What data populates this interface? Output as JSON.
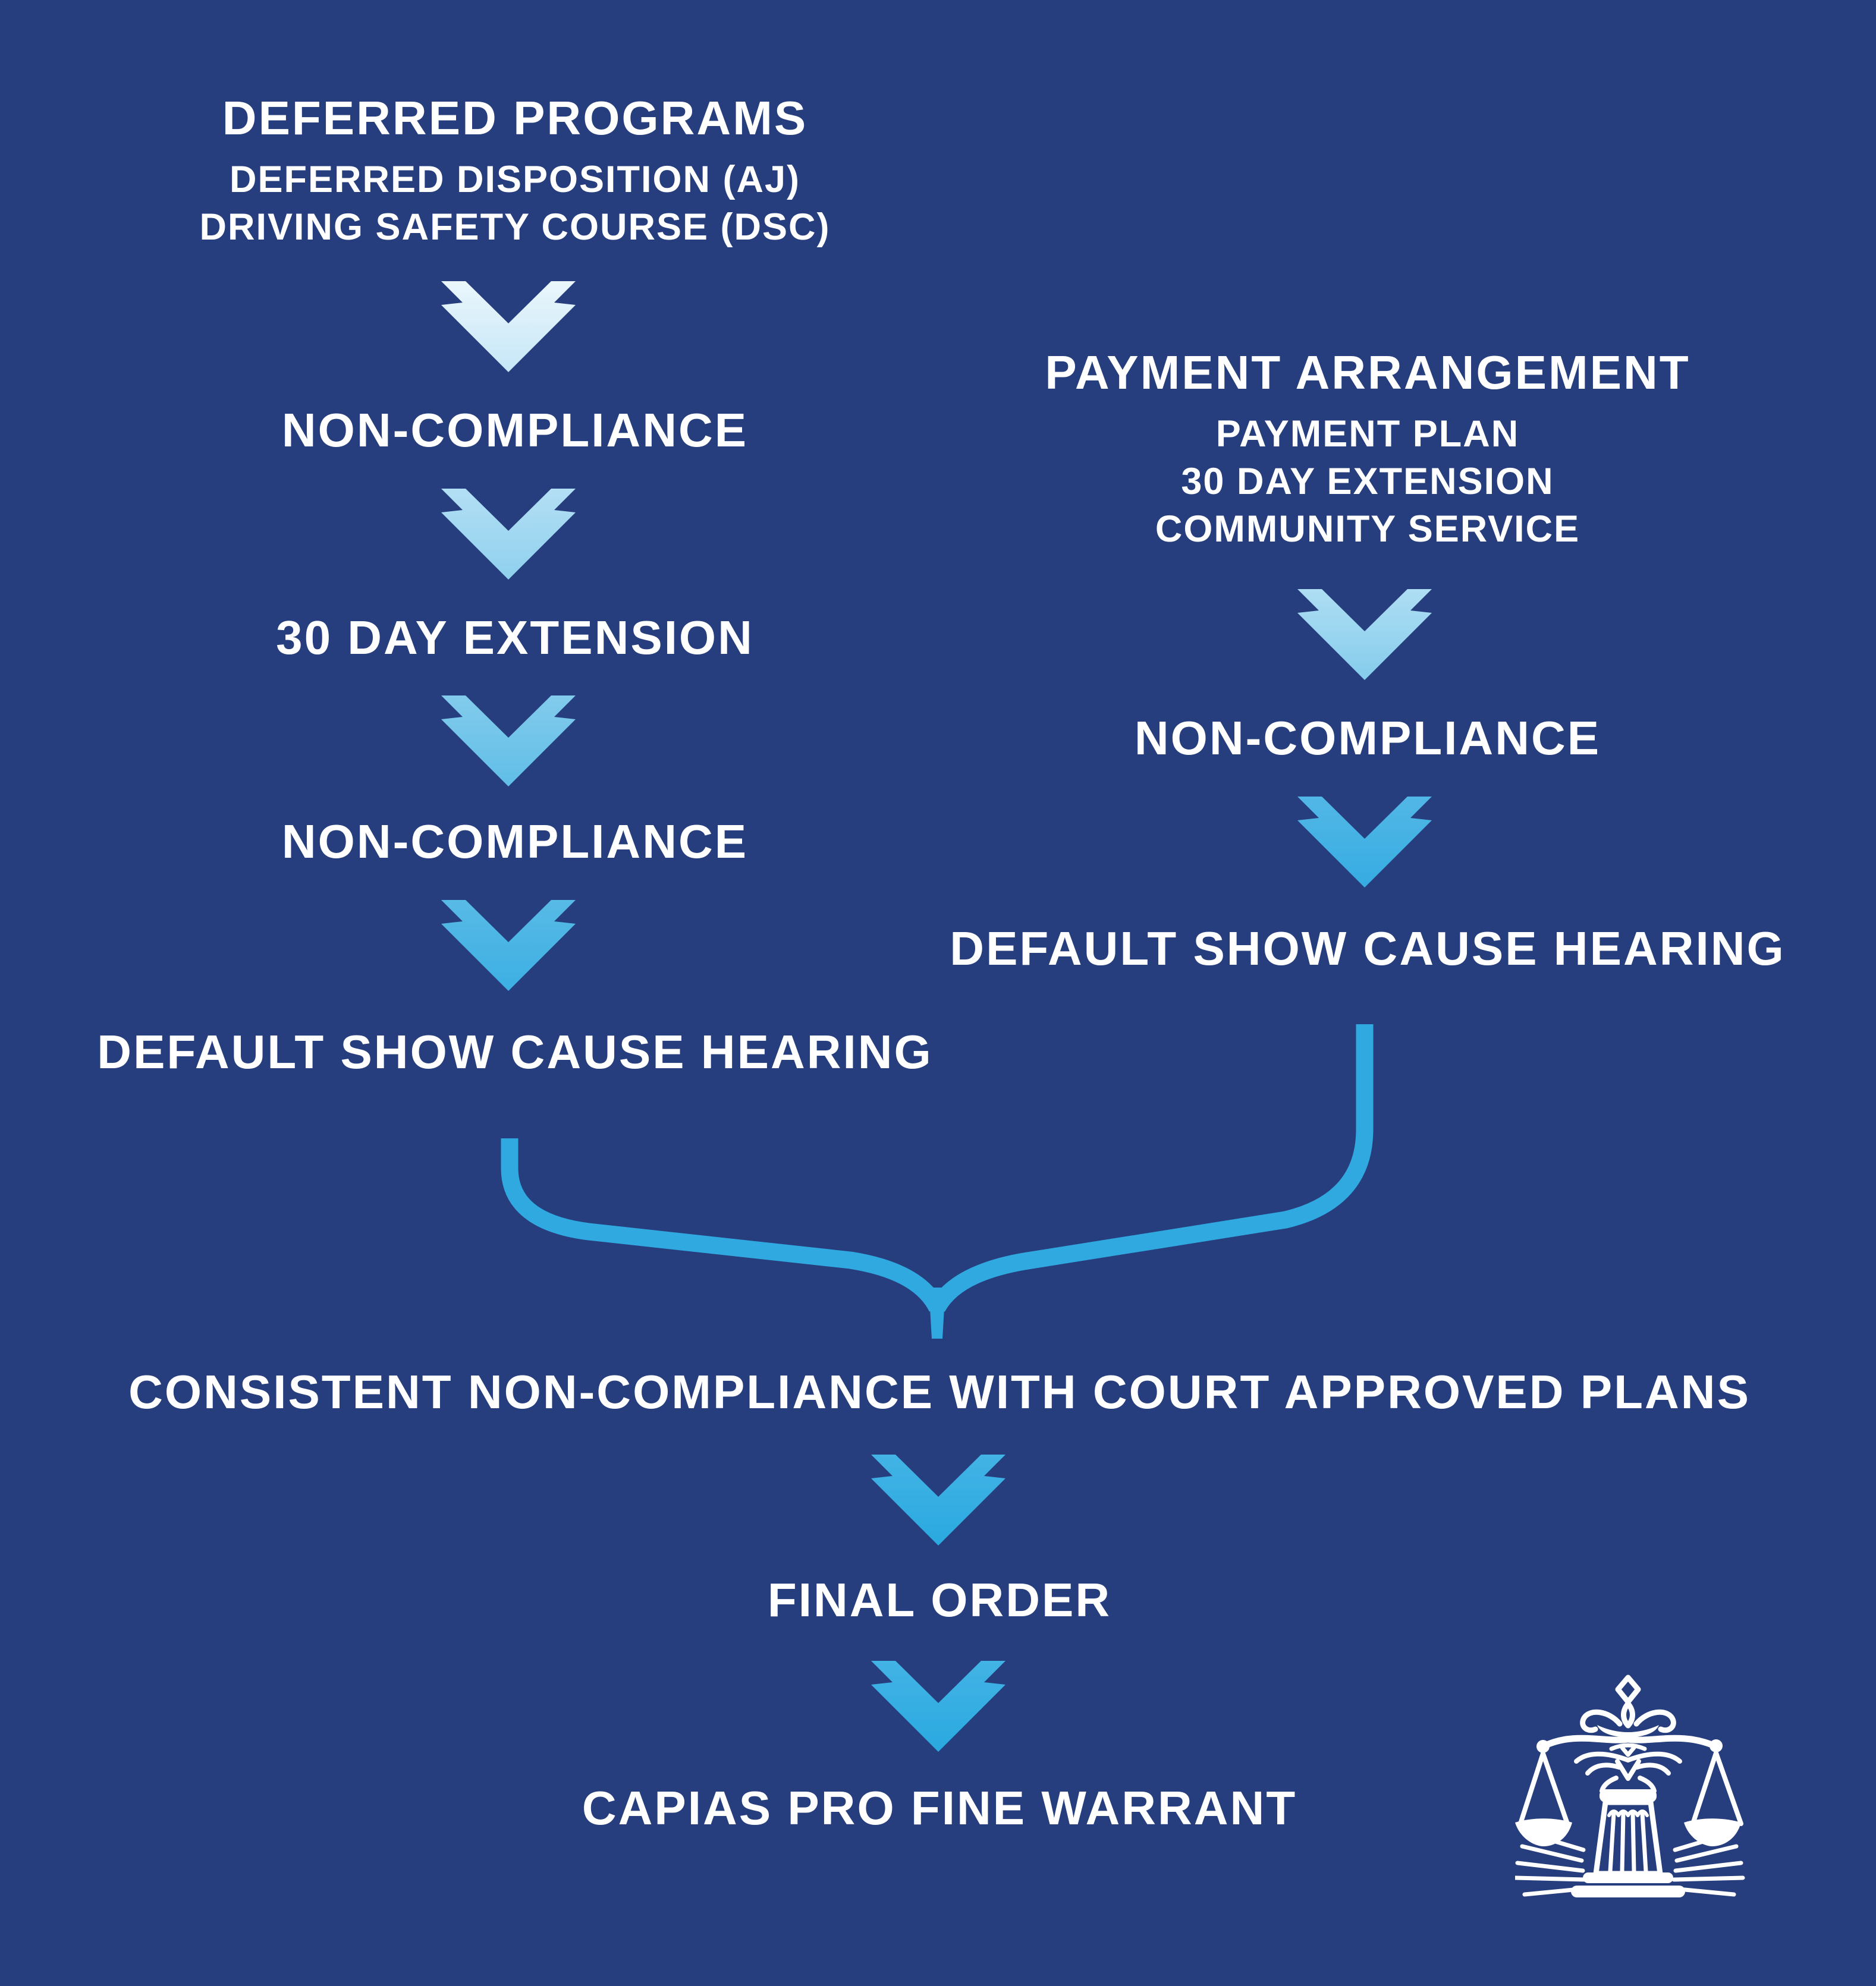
{
  "canvas": {
    "background": "#273e7e"
  },
  "palette": {
    "text": "#ffffff",
    "accent": "#2fa9e0",
    "navy": "#273e7e",
    "arrow_light": "#eaf6fc",
    "arrow_dark": "#29a9e0"
  },
  "left_column": {
    "title": "DEFERRED PROGRAMS",
    "subtitle_1": "DEFERRED DISPOSITION (AJ)",
    "subtitle_2": "DRIVING SAFETY COURSE (DSC)",
    "step_1": "NON-COMPLIANCE",
    "step_2": "30 DAY EXTENSION",
    "step_3": "NON-COMPLIANCE",
    "step_4": "DEFAULT SHOW CAUSE HEARING"
  },
  "right_column": {
    "title": "PAYMENT ARRANGEMENT",
    "subtitle_1": "PAYMENT PLAN",
    "subtitle_2": "30 DAY EXTENSION",
    "subtitle_3": "COMMUNITY SERVICE",
    "step_1": "NON-COMPLIANCE",
    "step_2": "DEFAULT SHOW CAUSE HEARING"
  },
  "merged_flow": {
    "step_1": "CONSISTENT NON-COMPLIANCE WITH COURT APPROVED PLANS",
    "step_2": "FINAL ORDER",
    "step_3": "CAPIAS PRO FINE WARRANT"
  },
  "arrows": [
    {
      "position": "left-1",
      "top_color": "#eaf6fc",
      "bottom_color": "#c6e7f7"
    },
    {
      "position": "left-2",
      "top_color": "#b3dff4",
      "bottom_color": "#8fd0ee"
    },
    {
      "position": "left-3",
      "top_color": "#82cbec",
      "bottom_color": "#60bee7"
    },
    {
      "position": "left-4",
      "top_color": "#58bae6",
      "bottom_color": "#3cafe3"
    },
    {
      "position": "right-1",
      "top_color": "#aedef3",
      "bottom_color": "#85ccec"
    },
    {
      "position": "right-2",
      "top_color": "#52b7e6",
      "bottom_color": "#36ace2"
    },
    {
      "position": "bottom-1",
      "top_color": "#43b3e5",
      "bottom_color": "#29a9e0"
    },
    {
      "position": "bottom-2",
      "top_color": "#43b3e5",
      "bottom_color": "#29a9e0"
    }
  ],
  "connector": {
    "color": "#2fa9e0"
  },
  "logo": {
    "name": "scales-of-justice-with-crown",
    "color": "#ffffff"
  }
}
